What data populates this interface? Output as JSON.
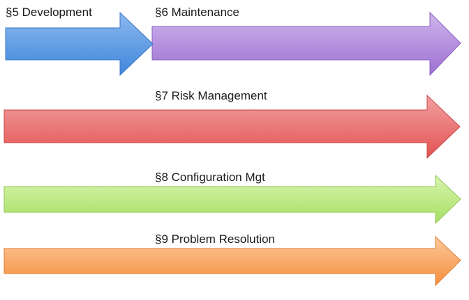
{
  "arrows": {
    "development": {
      "label": "§5 Development",
      "color_top": "#8db9ee",
      "color_bottom": "#3f86dc",
      "stroke": "#3a78c4"
    },
    "maintenance": {
      "label": "§6 Maintenance",
      "color_top": "#cfb6ec",
      "color_bottom": "#9d6fd2",
      "stroke": "#8a5fbf"
    },
    "risk_management": {
      "label": "§7 Risk Management",
      "color_top": "#f3a1a1",
      "color_bottom": "#e25252",
      "stroke": "#c94545"
    },
    "configuration_mgt": {
      "label": "§8 Configuration Mgt",
      "color_top": "#d8f5b0",
      "color_bottom": "#a6df62",
      "stroke": "#90c653"
    },
    "problem_resolution": {
      "label": "§9  Problem Resolution",
      "color_top": "#fcc79a",
      "color_bottom": "#f5903d",
      "stroke": "#df7f33"
    }
  }
}
